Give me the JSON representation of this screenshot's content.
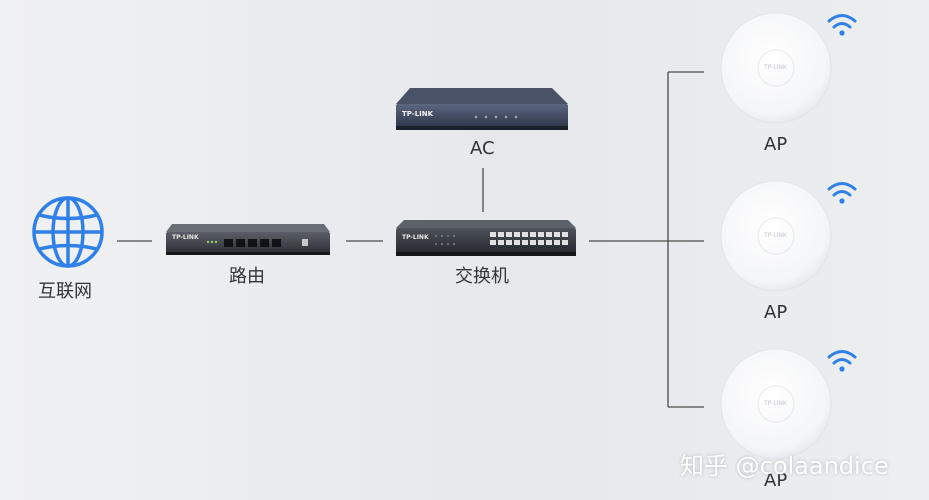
{
  "nodes": {
    "internet": {
      "label": "互联网",
      "icon": "globe-icon",
      "color": "#2f80e8"
    },
    "router": {
      "label": "路由",
      "brand": "TP-LINK",
      "icon": "router-icon"
    },
    "switch": {
      "label": "交换机",
      "brand": "TP-LINK",
      "icon": "switch-icon"
    },
    "ac": {
      "label": "AC",
      "brand": "TP-LINK",
      "icon": "ac-controller-icon"
    },
    "aps": [
      {
        "label": "AP",
        "brand": "TP-LINK",
        "icon": "access-point-icon"
      },
      {
        "label": "AP",
        "brand": "TP-LINK",
        "icon": "access-point-icon"
      },
      {
        "label": "AP",
        "brand": "TP-LINK",
        "icon": "access-point-icon"
      }
    ],
    "wifi_icon": "wifi-icon",
    "wifi_color": "#2f80e8"
  },
  "edges": [
    [
      "internet",
      "router"
    ],
    [
      "router",
      "switch"
    ],
    [
      "switch",
      "ac"
    ],
    [
      "switch",
      "ap1"
    ],
    [
      "switch",
      "ap2"
    ],
    [
      "switch",
      "ap3"
    ]
  ],
  "watermark": "知乎 @colaandice"
}
